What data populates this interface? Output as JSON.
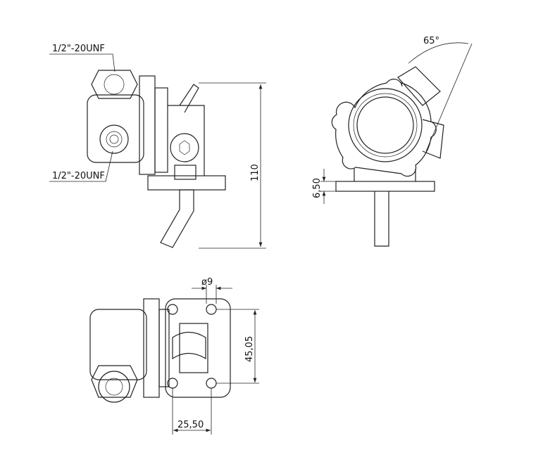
{
  "drawing": {
    "labels": {
      "thread_top": "1/2\"-20UNF",
      "thread_bottom": "1/2\"-20UNF",
      "height": "110",
      "angle": "65°",
      "flange_thickness": "6,50",
      "hole_diameter": "ø9",
      "hole_spacing_vertical": "45,05",
      "hole_spacing_horizontal": "25,50"
    }
  }
}
